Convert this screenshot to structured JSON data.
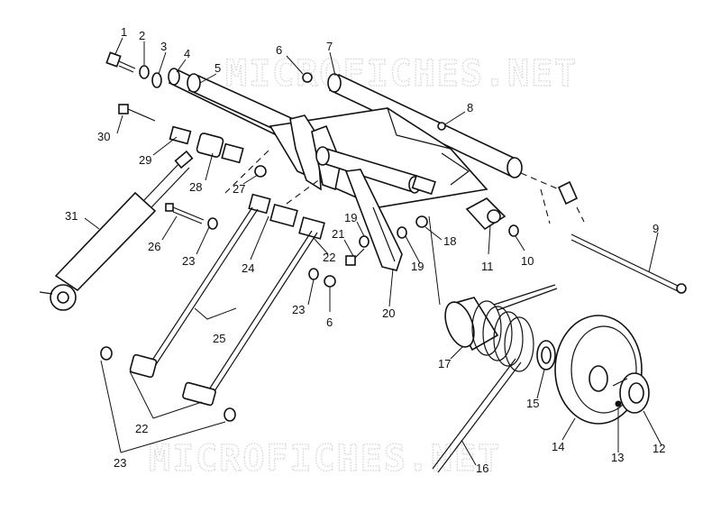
{
  "watermark": {
    "top_text": "MICROFICHES.NET",
    "bottom_text": "MICROFICHES.NET"
  },
  "callouts": [
    "1",
    "2",
    "3",
    "4",
    "5",
    "6",
    "7",
    "8",
    "30",
    "29",
    "28",
    "27",
    "31",
    "26",
    "23",
    "24",
    "19",
    "21",
    "22",
    "18",
    "19",
    "11",
    "10",
    "9",
    "23",
    "6",
    "20",
    "25",
    "17",
    "15",
    "12",
    "13",
    "14",
    "22",
    "23",
    "16"
  ]
}
